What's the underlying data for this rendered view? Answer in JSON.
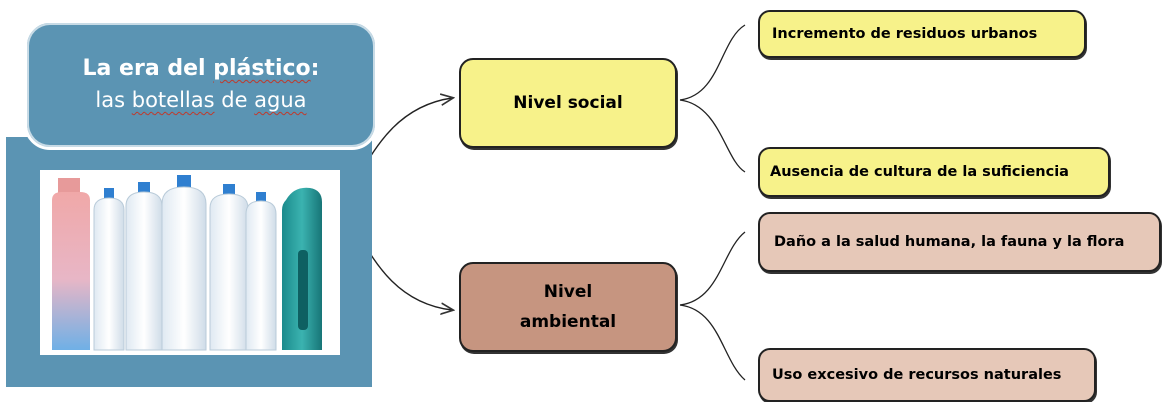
{
  "title": {
    "line1_a": "La era del ",
    "line1_b": "plástico",
    "line1_c": ":",
    "line2_a": "las ",
    "line2_b": "botellas",
    "line2_c": " de ",
    "line2_d": "agua"
  },
  "nodes": {
    "social": "Nivel social",
    "ambiental_line1": "Nivel",
    "ambiental_line2": "ambiental"
  },
  "leaves": {
    "social_1": "Incremento de residuos urbanos",
    "social_2": "Ausencia de cultura de la suficiencia",
    "ambiental_1": "Daño a la salud humana, la fauna y la flora",
    "ambiental_2": "Uso excesivo de recursos naturales"
  },
  "colors": {
    "panel_blue": "#5b94b3",
    "social_yellow": "#f7f28a",
    "ambiental_brown": "#c69580",
    "ambiental_leaf": "#e6c8b8"
  }
}
